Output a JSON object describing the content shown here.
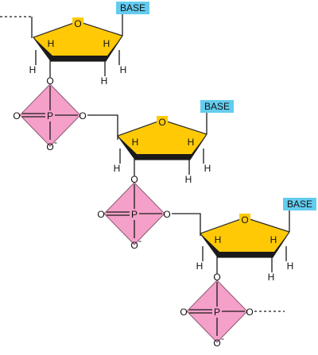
{
  "colors": {
    "sugar_fill": "#FFC906",
    "sugar_edge": "#2a2a2a",
    "phosphate_fill": "#F4A0C8",
    "phosphate_edge": "#8a5a72",
    "base_fill": "#63CCEF"
  },
  "labels": {
    "base": "BASE",
    "ring_oxygen": "O",
    "hydrogen": "H",
    "oxygen": "O",
    "phosphorus": "P",
    "charge": "-"
  },
  "nucleotides": [
    {
      "base_label": "BASE"
    },
    {
      "base_label": "BASE"
    },
    {
      "base_label": "BASE"
    }
  ],
  "chain": {
    "leading_bond": "dashed",
    "trailing_bond": "dashed"
  }
}
